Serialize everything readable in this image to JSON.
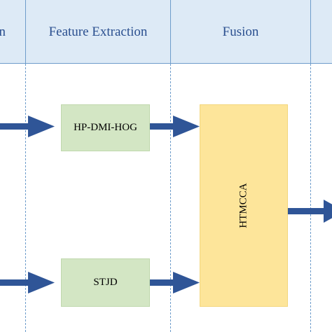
{
  "header": {
    "col0_label": "n",
    "col1_label": "Feature Extraction",
    "col2_label": "Fusion"
  },
  "nodes": {
    "hog": "HP-DMI-HOG",
    "stjd": "STJD",
    "htmcca": "HTMCCA"
  },
  "colors": {
    "header_fill": "#ddeaf6",
    "lane_line": "#6d9ccb",
    "header_text": "#2a4f8f",
    "feature_box": "#d3e6c4",
    "fusion_box": "#fde59a",
    "arrow": "#2f5597"
  }
}
